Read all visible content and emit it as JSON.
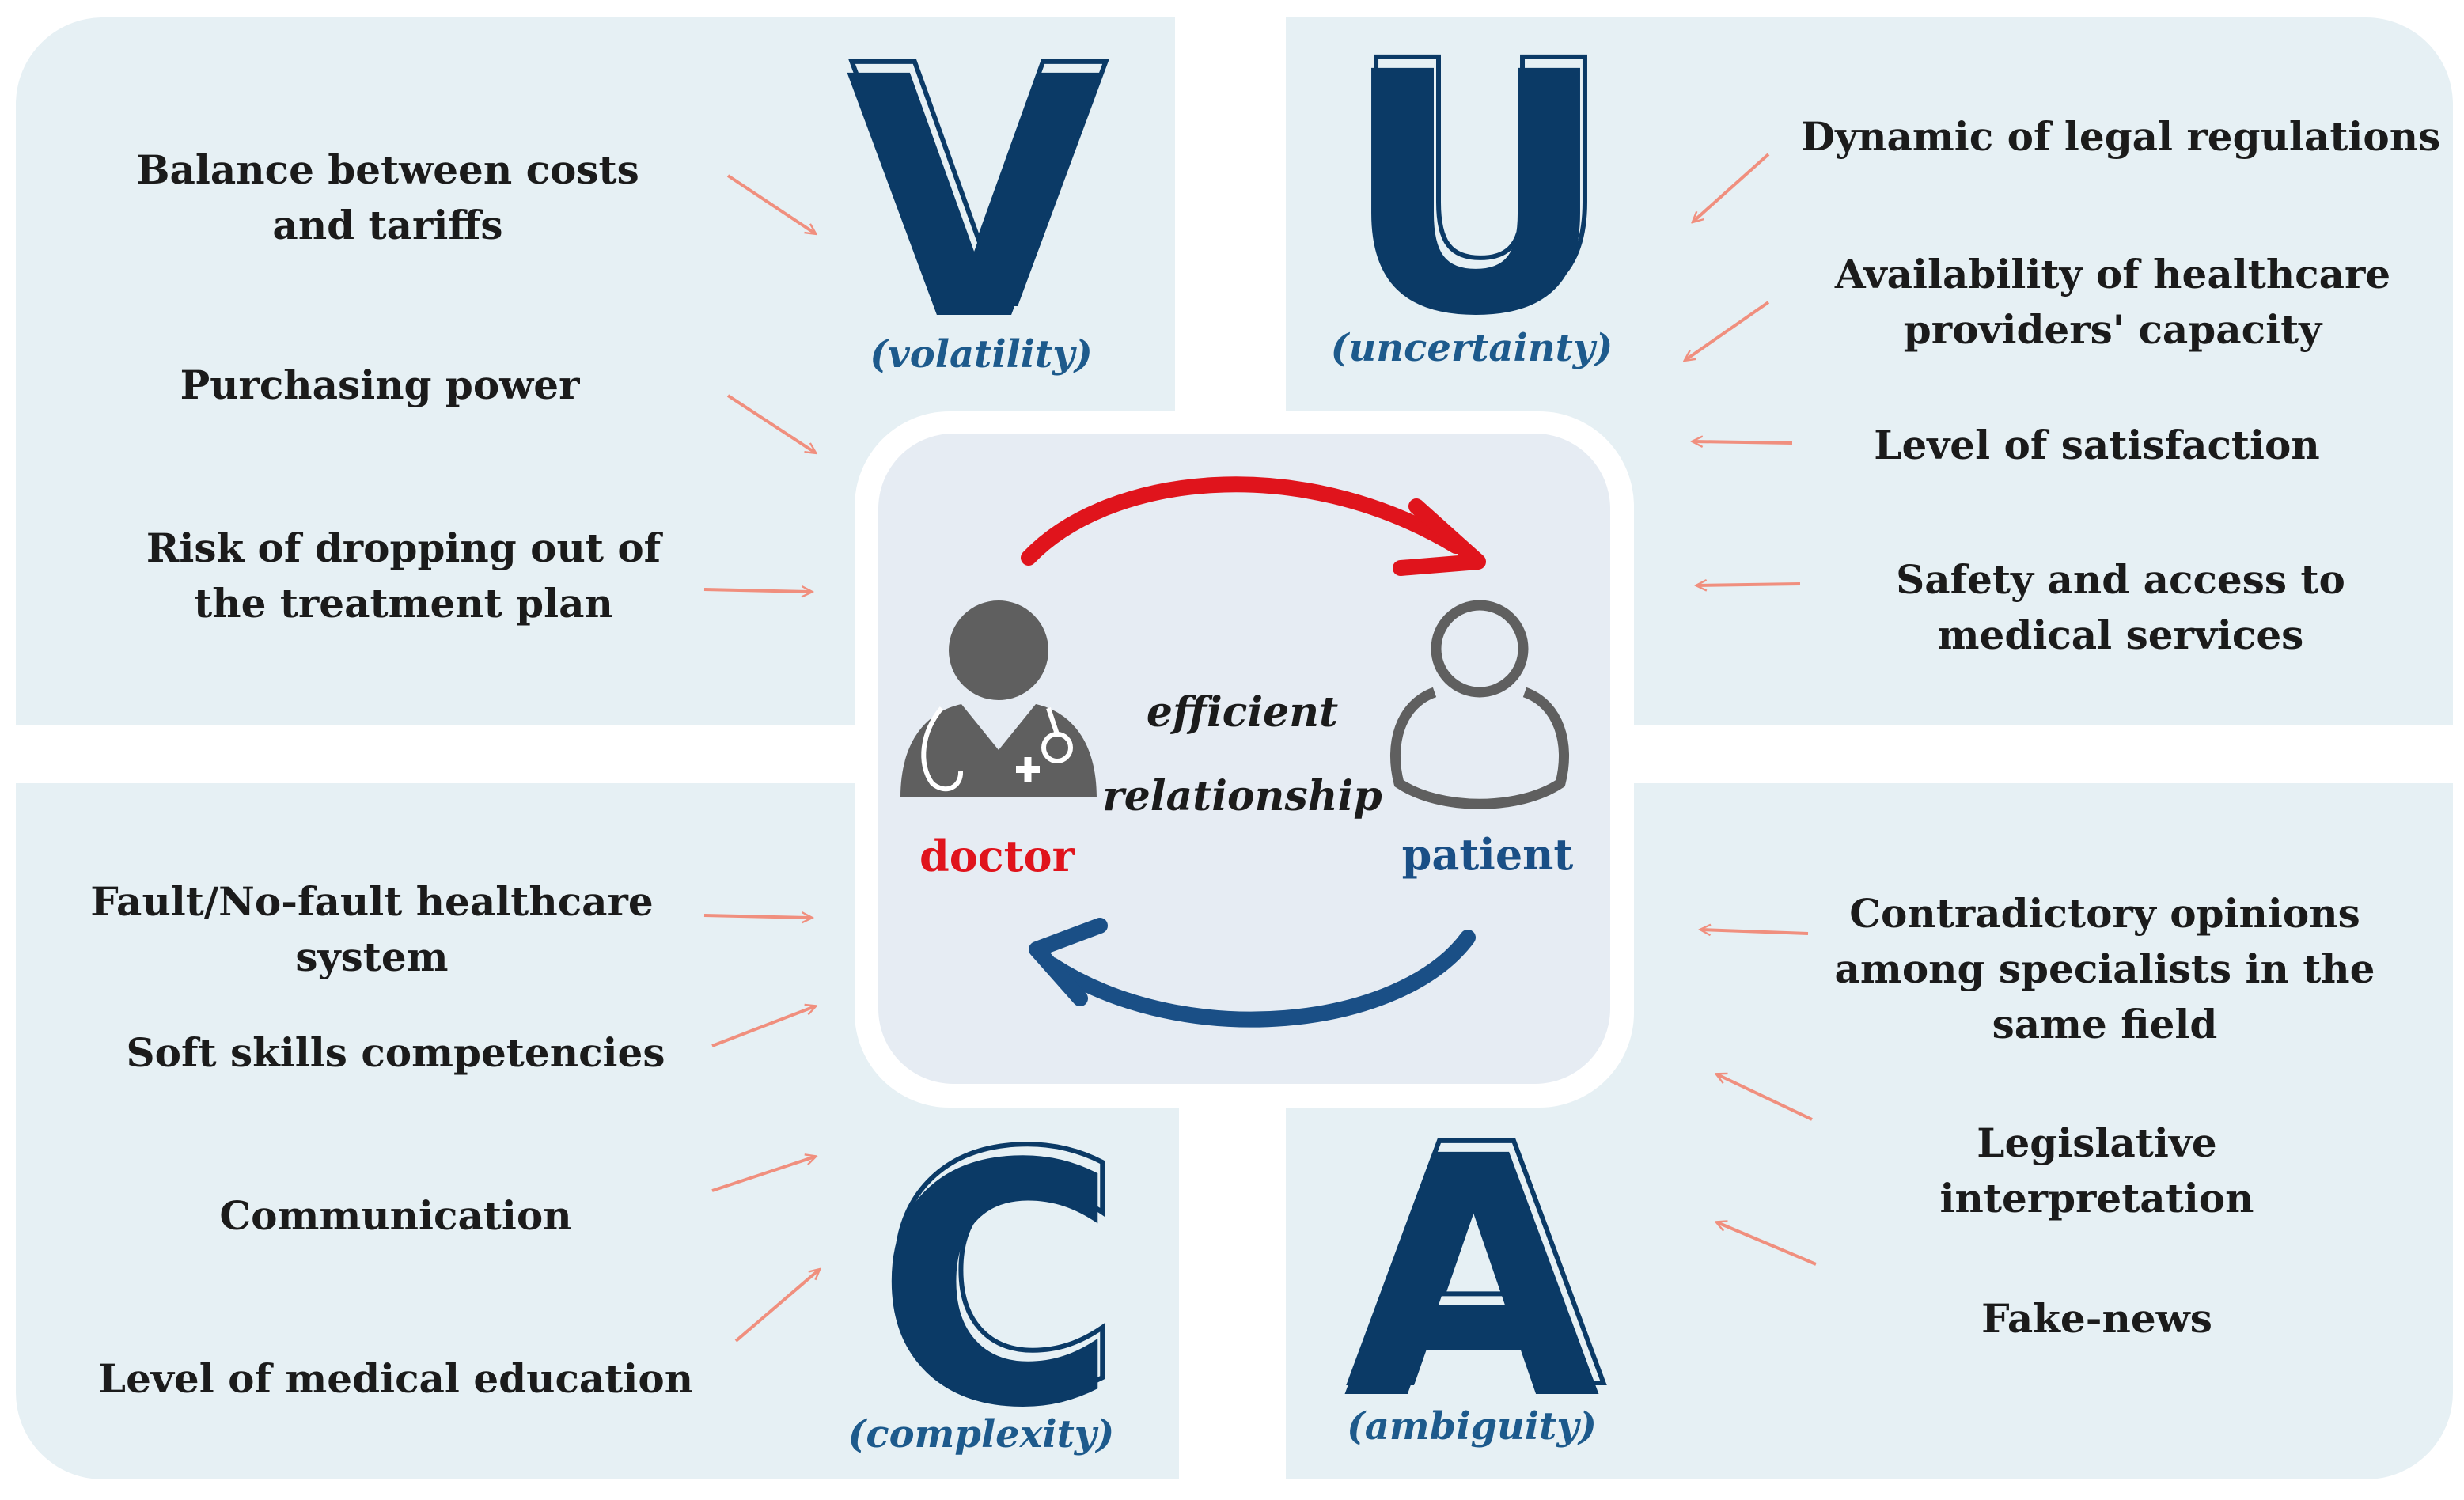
{
  "quadrants": {
    "v": {
      "letter": "V",
      "subtitle": "(volatility)",
      "factors": [
        "Balance between costs and tariffs",
        "Purchasing power",
        "Risk of dropping out of the treatment plan"
      ]
    },
    "u": {
      "letter": "U",
      "subtitle": "(uncertainty)",
      "factors": [
        "Dynamic of legal regulations",
        "Availability of healthcare providers' capacity",
        "Level of satisfaction",
        "Safety and access to medical services"
      ]
    },
    "c": {
      "letter": "C",
      "subtitle": "(complexity)",
      "factors": [
        "Fault/No-fault healthcare system",
        "Soft skills competencies",
        "Communication",
        "Level of medical education"
      ]
    },
    "a": {
      "letter": "A",
      "subtitle": "(ambiguity)",
      "factors": [
        "Contradictory opinions among specialists in the same field",
        "Legislative interpretation",
        "Fake-news"
      ]
    }
  },
  "center": {
    "line1": "efficient",
    "line2": "relationship",
    "doctor_label": "doctor",
    "patient_label": "patient",
    "doctor_icon": "doctor-icon",
    "patient_icon": "patient-icon"
  },
  "colors": {
    "panel": "#e6f0f4",
    "letter": "#0b3a66",
    "subtitle": "#1d5a8c",
    "doctor": "#e0141c",
    "patient": "#1a4f86",
    "factor_arrow": "#f08f7e",
    "icon": "#5f5f5f"
  }
}
